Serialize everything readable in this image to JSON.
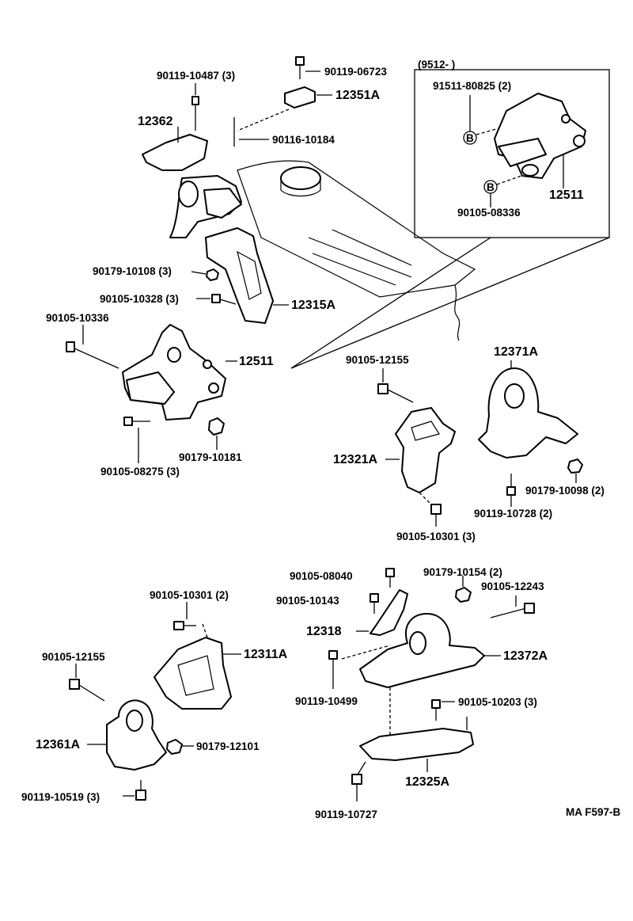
{
  "inset": {
    "header": "(9512-          )",
    "labels": {
      "bolt_b_top": "91511-80825 (2)",
      "bolt_b_bottom": "90105-08336",
      "mount": "12511",
      "b_marker": "B"
    }
  },
  "labels": {
    "p1": "90119-10487 (3)",
    "p2": "90119-06723",
    "p3": "12351A",
    "p4": "12362",
    "p5": "90116-10184",
    "p6": "90179-10108 (3)",
    "p7": "90105-10328 (3)",
    "p8": "12315A",
    "p9": "90105-10336",
    "p10": "12511",
    "p11": "90105-08275 (3)",
    "p12": "90179-10181",
    "p13": "90105-12155",
    "p14": "12321A",
    "p15": "90105-10301 (3)",
    "p16": "12371A",
    "p17": "90179-10098 (2)",
    "p18": "90119-10728 (2)",
    "p19": "90105-08040",
    "p20": "90105-10143",
    "p21": "12318",
    "p22": "90179-10154 (2)",
    "p23": "90105-12243",
    "p24": "12372A",
    "p25": "90119-10499",
    "p26": "90105-10203 (3)",
    "p27": "12325A",
    "p28": "90119-10727",
    "p29": "90105-10301 (2)",
    "p30": "12311A",
    "p31": "90105-12155",
    "p32": "12361A",
    "p33": "90179-12101",
    "p34": "90119-10519 (3)",
    "footer": "MA F597-B"
  }
}
